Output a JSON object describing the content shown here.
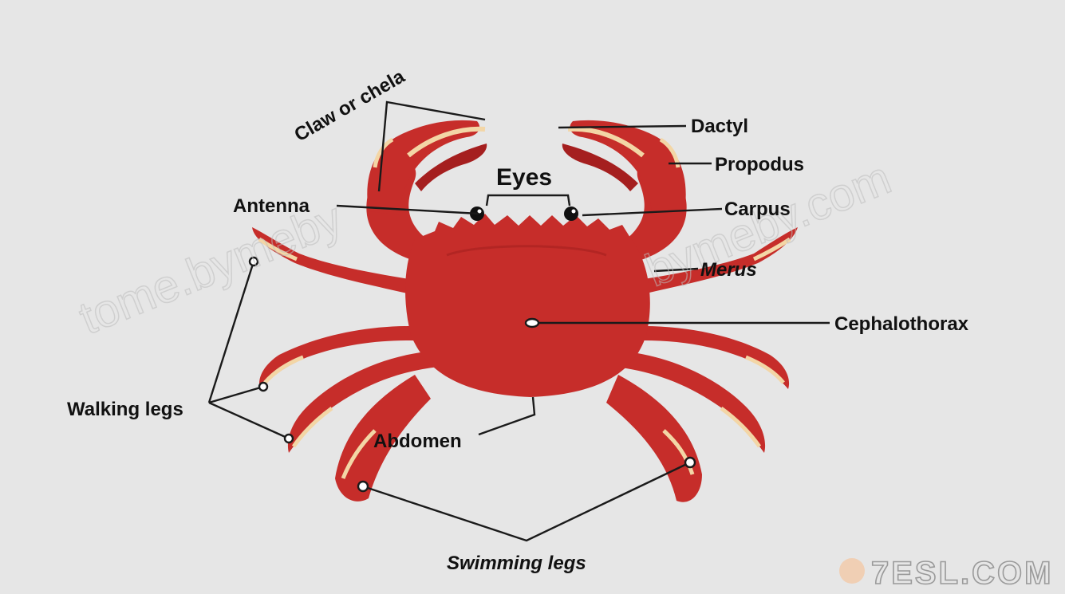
{
  "labels": {
    "claw": "Claw or chela",
    "dactyl": "Dactyl",
    "propodus": "Propodus",
    "eyes": "Eyes",
    "antenna": "Antenna",
    "carpus": "Carpus",
    "merus": "Merus",
    "cephalothorax": "Cephalothorax",
    "walking_legs": "Walking legs",
    "abdomen": "Abdomen",
    "swimming_legs": "Swimming legs"
  },
  "watermark": {
    "left": "tome.bymeby",
    "right": "bymeby.com"
  },
  "brand": {
    "name": "7ESL.COM"
  },
  "colors": {
    "background": "#e6e6e6",
    "crab_body": "#c62d2a",
    "crab_dark": "#a51f1f",
    "crab_highlight": "#f3d6a6",
    "label_text": "#111111"
  }
}
